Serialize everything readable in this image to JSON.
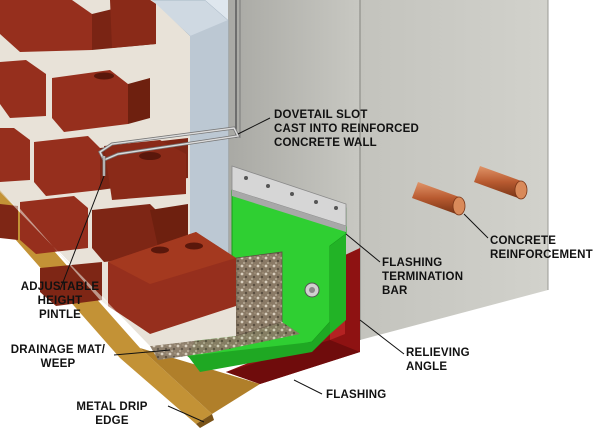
{
  "labels": {
    "dovetail_slot": [
      "DOVETAIL SLOT",
      "CAST INTO REINFORCED",
      "CONCRETE WALL"
    ],
    "flashing_termination_bar": [
      "FLASHING",
      "TERMINATION",
      "BAR"
    ],
    "concrete_reinforcement": [
      "CONCRETE",
      "REINFORCEMENT"
    ],
    "adjustable_height_pintle": [
      "ADJUSTABLE",
      "HEIGHT",
      "PINTLE"
    ],
    "relieving_angle": [
      "RELIEVING",
      "ANGLE"
    ],
    "drainage_mat_weep": [
      "DRAINAGE MAT/",
      "WEEP"
    ],
    "flashing": [
      "FLASHING"
    ],
    "metal_drip_edge": [
      "METAL DRIP",
      "EDGE"
    ]
  },
  "colors": {
    "brick": "#8b2a1a",
    "mortar": "#e8e2d8",
    "concrete": "#b9b9b4",
    "insulation": "#c9d3dc",
    "flashing_membrane": "#29c72b",
    "relieving_angle": "#8e1212",
    "drip_edge": "#b98a2a",
    "termination_bar": "#c8c8c8",
    "rebar": "#c46a3c"
  }
}
